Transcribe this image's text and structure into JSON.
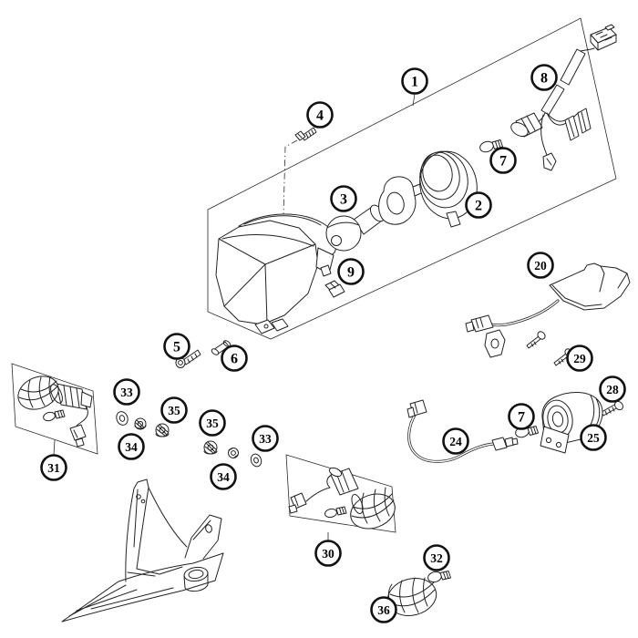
{
  "diagram": {
    "background_color": "#ffffff",
    "line_color": "#222222",
    "callout_ring_color": "#111111",
    "callout_text_color": "#000000"
  },
  "callouts": [
    {
      "label": "1"
    },
    {
      "label": "4"
    },
    {
      "label": "8"
    },
    {
      "label": "7"
    },
    {
      "label": "2"
    },
    {
      "label": "3"
    },
    {
      "label": "9"
    },
    {
      "label": "20"
    },
    {
      "label": "5"
    },
    {
      "label": "6"
    },
    {
      "label": "29"
    },
    {
      "label": "28"
    },
    {
      "label": "31"
    },
    {
      "label": "33"
    },
    {
      "label": "35"
    },
    {
      "label": "34"
    },
    {
      "label": "35"
    },
    {
      "label": "33"
    },
    {
      "label": "34"
    },
    {
      "label": "24"
    },
    {
      "label": "7"
    },
    {
      "label": "25"
    },
    {
      "label": "30"
    },
    {
      "label": "32"
    },
    {
      "label": "36"
    }
  ]
}
